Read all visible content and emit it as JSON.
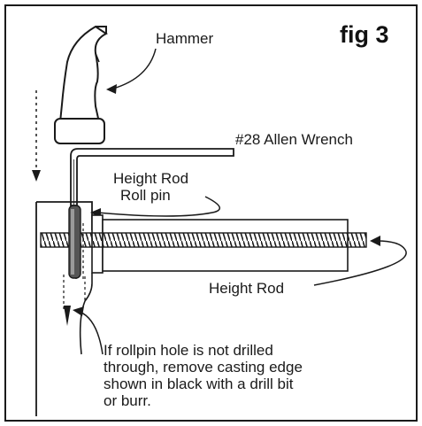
{
  "figure": {
    "label": "fig 3",
    "labels": {
      "hammer": "Hammer",
      "allen_wrench": "#28 Allen Wrench",
      "height_rod_roll_pin_line1": "Height Rod",
      "height_rod_roll_pin_line2": "Roll pin",
      "height_rod": "Height Rod"
    },
    "note_lines": [
      "If rollpin hole is not drilled",
      "through, remove casting edge",
      "shown in black with a drill bit",
      "or burr."
    ]
  },
  "colors": {
    "ink": "#1a1a1a",
    "background": "#ffffff"
  },
  "icons": [
    "hammer-icon",
    "allen-wrench-icon",
    "roll-pin-icon",
    "threaded-rod-icon",
    "casting-icon"
  ]
}
